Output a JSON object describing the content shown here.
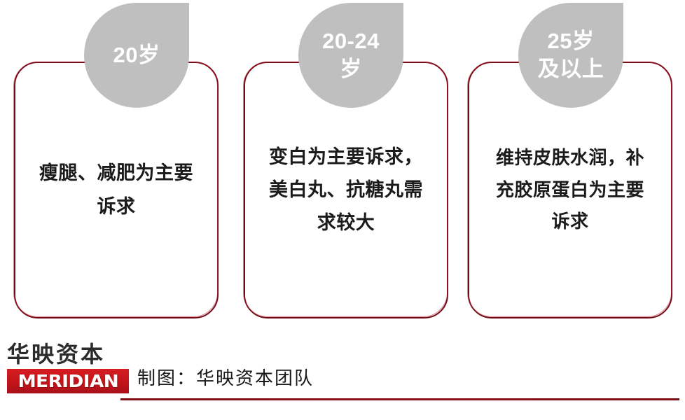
{
  "infographic": {
    "cards": [
      {
        "badge_label": "20岁",
        "body": "瘦腿、减肥为主要诉求"
      },
      {
        "badge_label": "20-24\n岁",
        "body": "变白为主要诉求，美白丸、抗糖丸需求较大"
      },
      {
        "badge_label": "25岁\n及以上",
        "body": "维持皮肤水润，补充胶原蛋白为主要诉求"
      }
    ]
  },
  "footer": {
    "brand_cn": "华映资本",
    "brand_en": "MERIDIAN",
    "credit": "制图：华映资本团队"
  },
  "colors": {
    "badge_gray": "#bfbfbf",
    "card_border_dark": "#6e0d17",
    "card_border_crimson": "#c81e32",
    "brand_red": "#cf1a1f",
    "body_text": "#1b1b1b"
  }
}
